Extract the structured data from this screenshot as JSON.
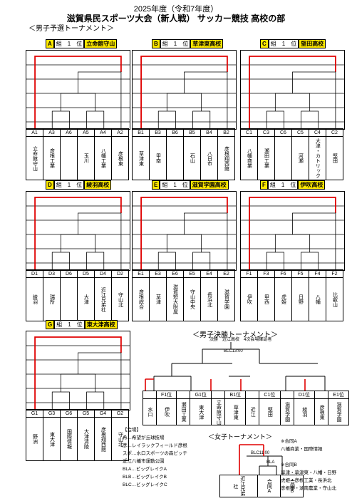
{
  "title": {
    "line1": "2025年度（令和7年度）",
    "line2": "滋賀県民スポーツ大会（新人戦） サッカー競技 高校の部"
  },
  "sections": {
    "boys_prelim": "＜男子予選トーナメント＞",
    "boys_final": "＜男子決勝トーナメント＞",
    "girls": "＜女子トーナメント＞"
  },
  "groups": [
    {
      "id": "A",
      "rank_label": "組　1　位",
      "winner": "立命館守山",
      "teams": [
        {
          "code": "A1",
          "name": "立命館守山"
        },
        {
          "code": "A3",
          "name": "彦根工業"
        },
        {
          "code": "A6",
          "name": ""
        },
        {
          "code": "A5",
          "name": "玉川"
        },
        {
          "code": "A4",
          "name": "八幡工業"
        },
        {
          "code": "A2",
          "name": "彦根東"
        }
      ]
    },
    {
      "id": "B",
      "rank_label": "組　1　位",
      "winner": "草津東高校",
      "teams": [
        {
          "code": "B1",
          "name": "草津東"
        },
        {
          "code": "B3",
          "name": "甲南"
        },
        {
          "code": "B6",
          "name": ""
        },
        {
          "code": "B5",
          "name": "石山"
        },
        {
          "code": "B4",
          "name": "八日市"
        },
        {
          "code": "B2",
          "name": "彦根翔西館"
        }
      ]
    },
    {
      "id": "C",
      "rank_label": "組　1　位",
      "winner": "堅田高校",
      "teams": [
        {
          "code": "C1",
          "name": "八幡商業"
        },
        {
          "code": "C3",
          "name": "瀬田工業"
        },
        {
          "code": "C6",
          "name": ""
        },
        {
          "code": "C5",
          "name": "河瀬"
        },
        {
          "code": "C4",
          "name": "大津・カトリック"
        },
        {
          "code": "C2",
          "name": "堅田"
        }
      ]
    },
    {
      "id": "D",
      "rank_label": "組　1　位",
      "winner": "綾羽高校",
      "teams": [
        {
          "code": "D1",
          "name": "綾羽"
        },
        {
          "code": "D3",
          "name": "瑞所"
        },
        {
          "code": "D6",
          "name": ""
        },
        {
          "code": "D5",
          "name": "大津"
        },
        {
          "code": "D4",
          "name": "近江兄弟社"
        },
        {
          "code": "D2",
          "name": "守山北"
        }
      ]
    },
    {
      "id": "E",
      "rank_label": "組　1　位",
      "winner": "滋賀学園高校",
      "teams": [
        {
          "code": "E1",
          "name": "彦根総合"
        },
        {
          "code": "E3",
          "name": "草津"
        },
        {
          "code": "E6",
          "name": "滋賀短大附属"
        },
        {
          "code": "E5",
          "name": "守山中央"
        },
        {
          "code": "E4",
          "name": "長浜北"
        },
        {
          "code": "E2",
          "name": "滋賀学園"
        }
      ]
    },
    {
      "id": "F",
      "rank_label": "組　1　位",
      "winner": "伊吹高校",
      "teams": [
        {
          "code": "F1",
          "name": "伊吹"
        },
        {
          "code": "F3",
          "name": "甲西"
        },
        {
          "code": "F6",
          "name": "虎姫"
        },
        {
          "code": "F5",
          "name": "日野"
        },
        {
          "code": "F4",
          "name": "八幡"
        },
        {
          "code": "F2",
          "name": "比叡山"
        }
      ]
    },
    {
      "id": "G",
      "rank_label": "組　1　位",
      "winner": "東大津高校",
      "teams": [
        {
          "code": "G1",
          "name": "野洲"
        },
        {
          "code": "G3",
          "name": "東大津"
        },
        {
          "code": "G6",
          "name": "国際情報"
        },
        {
          "code": "G5",
          "name": "大津清陵"
        },
        {
          "code": "G4",
          "name": "彦根翔西館"
        },
        {
          "code": "G2",
          "name": "守山北"
        }
      ]
    }
  ],
  "final_teams": [
    {
      "code": "",
      "name": "水口"
    },
    {
      "code": "F1位",
      "name": "伊吹"
    },
    {
      "code": "",
      "name": "瀬田工業"
    },
    {
      "code": "G1位",
      "name": "東大津"
    },
    {
      "code": "",
      "name": "立命館守山"
    },
    {
      "code": "B1位",
      "name": "草津東"
    },
    {
      "code": "",
      "name": "近江"
    },
    {
      "code": "C1位",
      "name": "堅田"
    },
    {
      "code": "",
      "name": "滋賀学園"
    },
    {
      "code": "D1位",
      "name": "綾羽"
    },
    {
      "code": "",
      "name": "彦根東"
    },
    {
      "code": "E1位",
      "name": "滋賀学園"
    }
  ],
  "girls_teams": [
    {
      "name": "近江兄弟社"
    },
    {
      "name": "合同A"
    },
    {
      "name": "合同B"
    }
  ],
  "venue": {
    "heading": "【会場】",
    "lines": [
      "希…希望が丘球技場",
      "彦…レイラックフィールド彦根",
      "スポ…水口スポーツの森ピッチ",
      "近江八幡市運動公園",
      "BLA…ビッグレイクA",
      "BLB…ビッグレイクB",
      "BLC…ビッグレイクC"
    ]
  },
  "side_notes": {
    "lines": [
      "※合同A",
      "八幡商業・国際情報",
      "",
      "※合同B",
      "草津・草津東・八幡・日野",
      "虎姫・彦根工業・長浜北",
      "彦根東・湖南農業・守山北"
    ]
  }
}
